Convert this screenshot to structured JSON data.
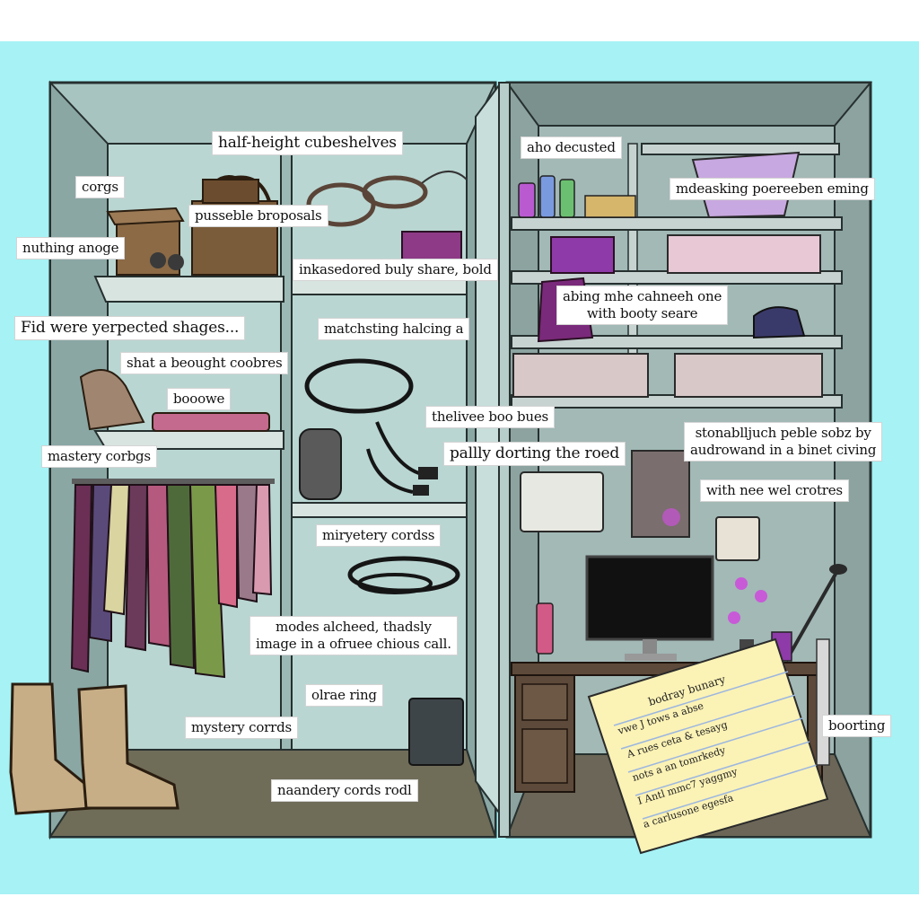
{
  "labels": {
    "half_height_cube_shelves": "half-height cubeshelves",
    "corgs": "corgs",
    "nothing_image": "nuthing anoge",
    "possible_proposals": "pusseble broposals",
    "unnumbered_bulky_shares": "inkasedored buly share, bold",
    "also_decorated": "aho decusted",
    "undulating_porcelain_string": "mdeasking poereeben eming",
    "asking_cabinet": {
      "line1": "abing mhe cahneeh one",
      "line2": "with booty seare"
    },
    "did_were_projected_shapes": "Fid were yerpected shages...",
    "matching_holding": "matchsting halcing a",
    "shut_a_bought_clothes": "shat a beought coobres",
    "boots_label": "booowe",
    "mastery_cordings": "mastery corbgs",
    "believe_boo_bees": "thelivee boo bues",
    "partly_dotting_the_road": "pallly dorting the roed",
    "stonably_pebble": {
      "line1": "stonablljuch peble sobz by",
      "line2": "audrowand in a binet civing"
    },
    "with_nice_well_clothes": "with nee wel crotres",
    "mystery_cords_mid": "miryetery cordss",
    "modes_attached": {
      "line1": "modes alcheed, thadsly",
      "line2": "image in a ofruee chious call."
    },
    "glass_ring": "olrae ring",
    "mystery_cords_low": "mystery corrds",
    "boorting": "boorting",
    "mandery_cords_rod": "naandery cords rodl"
  },
  "notepad": {
    "title": "bodray bunary",
    "lines": [
      "vwe J tows a abse",
      "A rues ceta & tesayg",
      "nots a an tomrkedy",
      "I Antl mmc7 yaggmy",
      "a carlusone egesfa"
    ]
  },
  "colors": {
    "background_cyan": "#a6f2f5",
    "closet_wall": "#9fbcb9",
    "closet_outline": "#2c3b3b",
    "floor": "#6f6c58",
    "desk": "#5e4a3a",
    "notepad": "#fbf2b5",
    "purple_accent": "#8e3aa8"
  },
  "icons": [
    "bag-icon",
    "cable-coil-icon",
    "bottle-icon",
    "storage-bin-icon",
    "plug-icon",
    "hanger-icon",
    "boot-icon",
    "monitor-icon",
    "lamp-icon",
    "orchid-icon",
    "outlet-icon",
    "power-strip-icon"
  ]
}
